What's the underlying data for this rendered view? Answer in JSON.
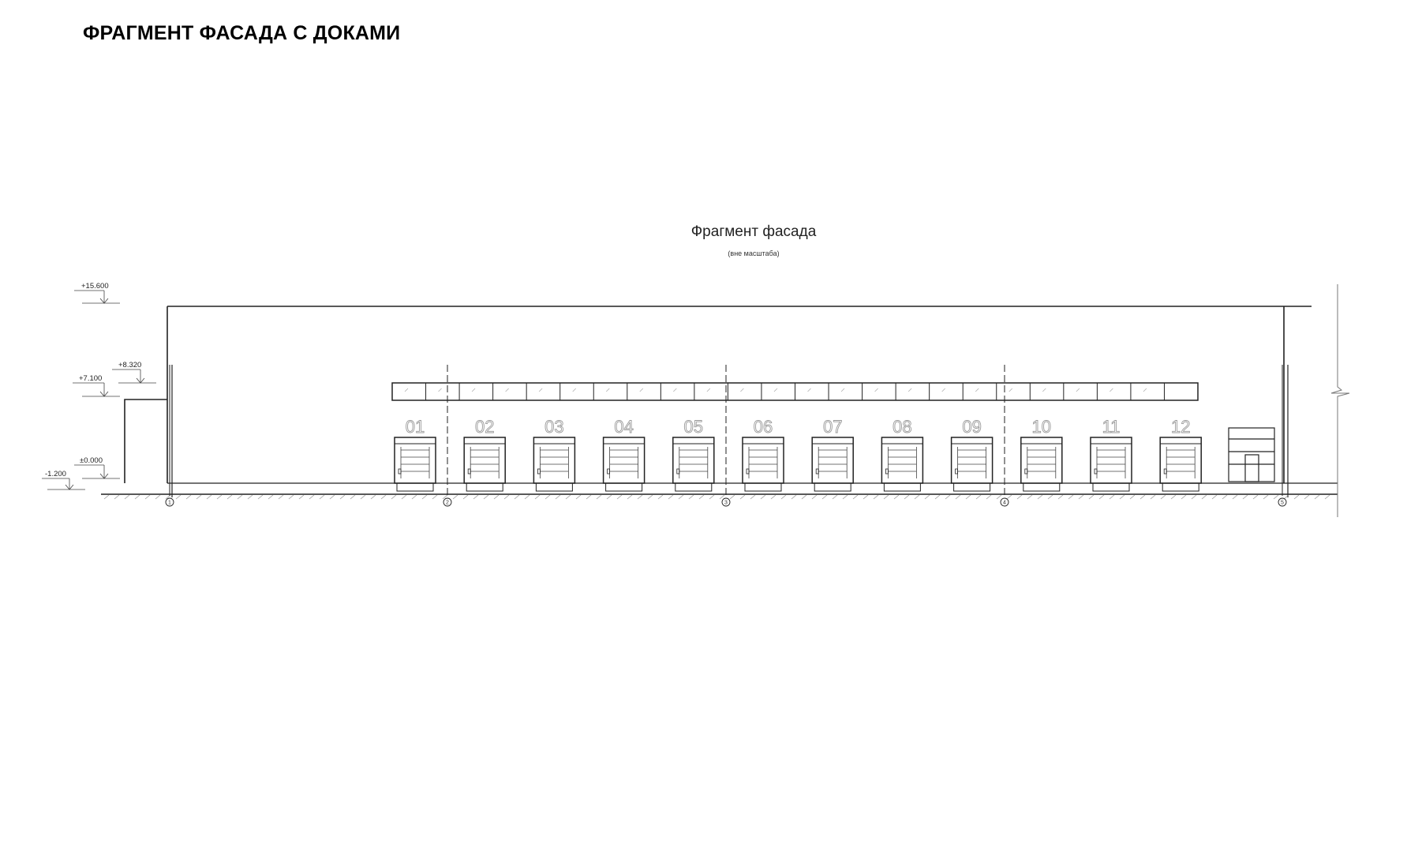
{
  "page": {
    "heading": "ФРАГМЕНТ ФАСАДА С ДОКАМИ"
  },
  "drawing": {
    "title": "Фрагмент фасада",
    "subtitle": "(вне масштаба)",
    "levels": [
      "+15.600",
      "+8.320",
      "+7.100",
      "±0.000",
      "-1.200"
    ],
    "docks": [
      "01",
      "02",
      "03",
      "04",
      "05",
      "06",
      "07",
      "08",
      "09",
      "10",
      "11",
      "12"
    ],
    "axes": [
      "1",
      "2",
      "3",
      "4",
      "5"
    ]
  },
  "colors": {
    "line": "#222222",
    "light_line": "#9a9a9a",
    "background": "#ffffff"
  }
}
